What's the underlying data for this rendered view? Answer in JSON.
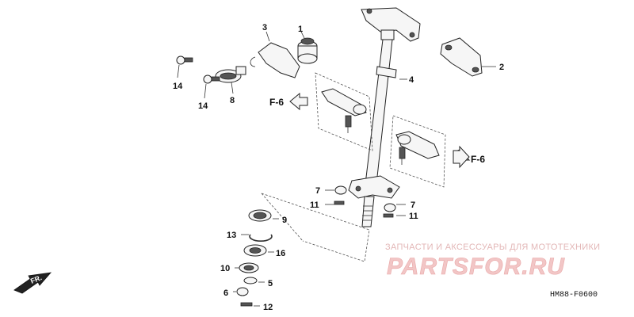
{
  "diagram": {
    "callouts": {
      "c1": "1",
      "c2": "2",
      "c3": "3",
      "c4": "4",
      "c5": "5",
      "c6": "6",
      "c7a": "7",
      "c7b": "7",
      "c8": "8",
      "c9": "9",
      "c10": "10",
      "c11a": "11",
      "c11b": "11",
      "c12": "12",
      "c13": "13",
      "c14a": "14",
      "c14b": "14",
      "c16": "16"
    },
    "refs": {
      "left": "F-6",
      "right": "F-6"
    },
    "direction": "FR.",
    "diagram_code": "HM88-F0600"
  },
  "watermark": {
    "tagline": "ЗАПЧАСТИ И АКСЕССУАРЫ ДЛЯ МОТОТЕХНИКИ",
    "logo": "PARTSFOR.RU"
  }
}
